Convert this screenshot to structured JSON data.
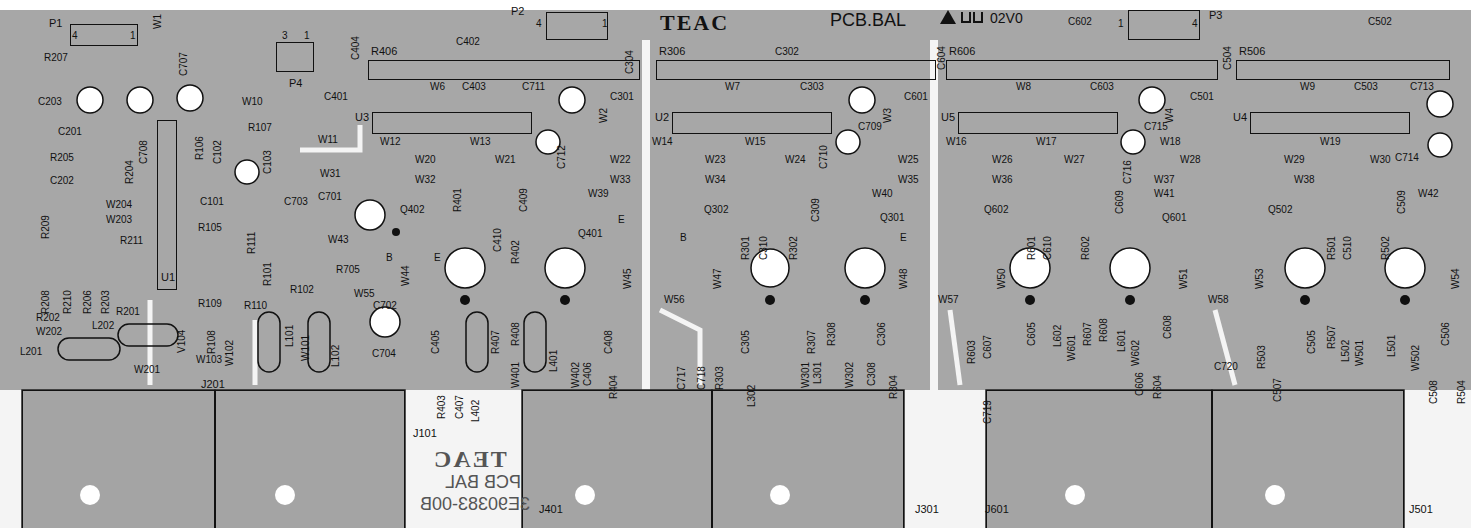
{
  "diagram": {
    "nodes": [
      {
        "text": [
          "P1"
        ]
      },
      {
        "text": [
          "P4"
        ]
      },
      {
        "text": [
          "P2"
        ]
      },
      {
        "text": [
          "P3"
        ]
      },
      {
        "text": [
          "U1"
        ]
      },
      {
        "text": [
          "R406"
        ]
      },
      {
        "text": [
          "U3"
        ]
      },
      {
        "text": [
          "R306"
        ]
      },
      {
        "text": [
          "U2"
        ]
      },
      {
        "text": [
          "R606"
        ]
      },
      {
        "text": [
          "U5"
        ]
      },
      {
        "text": [
          "R506"
        ]
      },
      {
        "text": [
          "U4"
        ]
      },
      {
        "text": [
          "J201"
        ]
      },
      {
        "text": [
          "J101"
        ]
      },
      {
        "text": [
          "J401"
        ]
      },
      {
        "text": [
          "J301"
        ]
      },
      {
        "text": [
          "J601"
        ]
      },
      {
        "text": [
          "J501"
        ]
      }
    ],
    "labels": [
      "4",
      "1",
      "W1",
      "R207",
      "C203",
      "C707",
      "3",
      "1",
      "W10",
      "R107",
      "C708",
      "R106",
      "C102",
      "C103",
      "C201",
      "R205",
      "R204",
      "C202",
      "W204",
      "W203",
      "R209",
      "R211",
      "C101",
      "R105",
      "R111",
      "R101",
      "R208",
      "R210",
      "R206",
      "R203",
      "R109",
      "R110",
      "R102",
      "R202",
      "W202",
      "L202",
      "R201",
      "L201",
      "W201",
      "V104",
      "W103",
      "R108",
      "W102",
      "L101",
      "W101",
      "W11",
      "W12",
      "W13",
      "W20",
      "W21",
      "W31",
      "W32",
      "C703",
      "C701",
      "Q402",
      "W43",
      "R705",
      "W44",
      "W55",
      "C702",
      "L102",
      "C704",
      "C404",
      "C402",
      "C401",
      "W6",
      "C403",
      "C711",
      "C712",
      "W2",
      "R401",
      "C410",
      "C409",
      "W39",
      "E",
      "Q401",
      "R402",
      "B",
      "E",
      "W45",
      "C405",
      "R407",
      "R408",
      "W401",
      "L401",
      "W402",
      "C406",
      "C408",
      "R404",
      "R403",
      "C407",
      "L402",
      "W56",
      "C717",
      "C718",
      "R303",
      "TEAC",
      "4",
      "1",
      "C304",
      "C302",
      "W7",
      "C303",
      "C301",
      "W14",
      "W15",
      "W22",
      "W23",
      "W24",
      "W33",
      "W34",
      "C709",
      "C710",
      "W3",
      "B",
      "Q302",
      "W40",
      "Q301",
      "E",
      "R301",
      "C310",
      "R302",
      "C309",
      "W47",
      "W48",
      "C305",
      "R307",
      "R308",
      "C306",
      "L302",
      "W301",
      "L301",
      "W302",
      "C308",
      "R304",
      "PCB.BAL",
      "02V0",
      "W57",
      "C602",
      "C604",
      "C601",
      "W8",
      "C603",
      "W16",
      "W17",
      "W25",
      "W26",
      "W27",
      "W35",
      "W36",
      "C715",
      "C716",
      "W4",
      "W18",
      "W28",
      "W37",
      "W41",
      "C609",
      "Q602",
      "Q601",
      "R601",
      "C610",
      "R602",
      "W50",
      "W51",
      "C605",
      "R603",
      "C607",
      "L602",
      "W601",
      "R607",
      "R608",
      "L601",
      "W602",
      "C608",
      "C606",
      "R604",
      "C719",
      "C720",
      "W58",
      "1",
      "4",
      "C502",
      "C504",
      "C501",
      "W9",
      "C503",
      "C713",
      "W19",
      "W29",
      "W30",
      "C714",
      "W38",
      "W42",
      "C509",
      "Q502",
      "R501",
      "C510",
      "R502",
      "W53",
      "W54",
      "C505",
      "R503",
      "C507",
      "R507",
      "L502",
      "W501",
      "L501",
      "W502",
      "C506",
      "C508",
      "R504",
      "TEAC",
      "PCB BAL",
      "3E90383-00B"
    ]
  }
}
